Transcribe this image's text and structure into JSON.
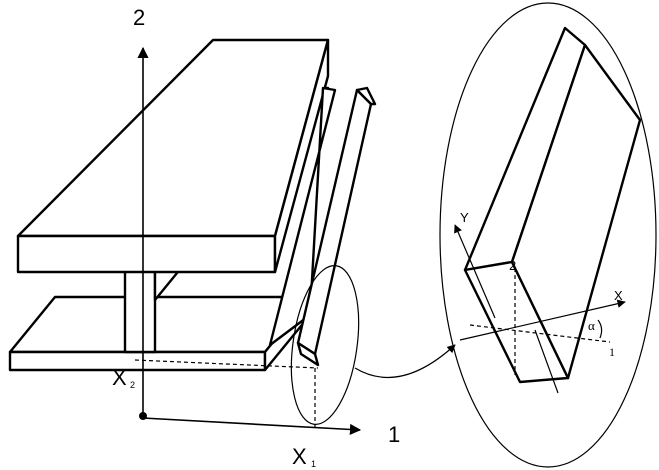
{
  "labels": {
    "axis_vertical": "2",
    "axis_horizontal": "1",
    "x1_main": "X",
    "x1_sub": "1",
    "x2_main": "X",
    "x2_sub": "2",
    "detail_Y": "Y",
    "detail_X": "X",
    "detail_2": "2",
    "detail_1": "1",
    "detail_alpha": "α"
  },
  "colors": {
    "stroke": "#000000",
    "fill": "#ffffff"
  }
}
